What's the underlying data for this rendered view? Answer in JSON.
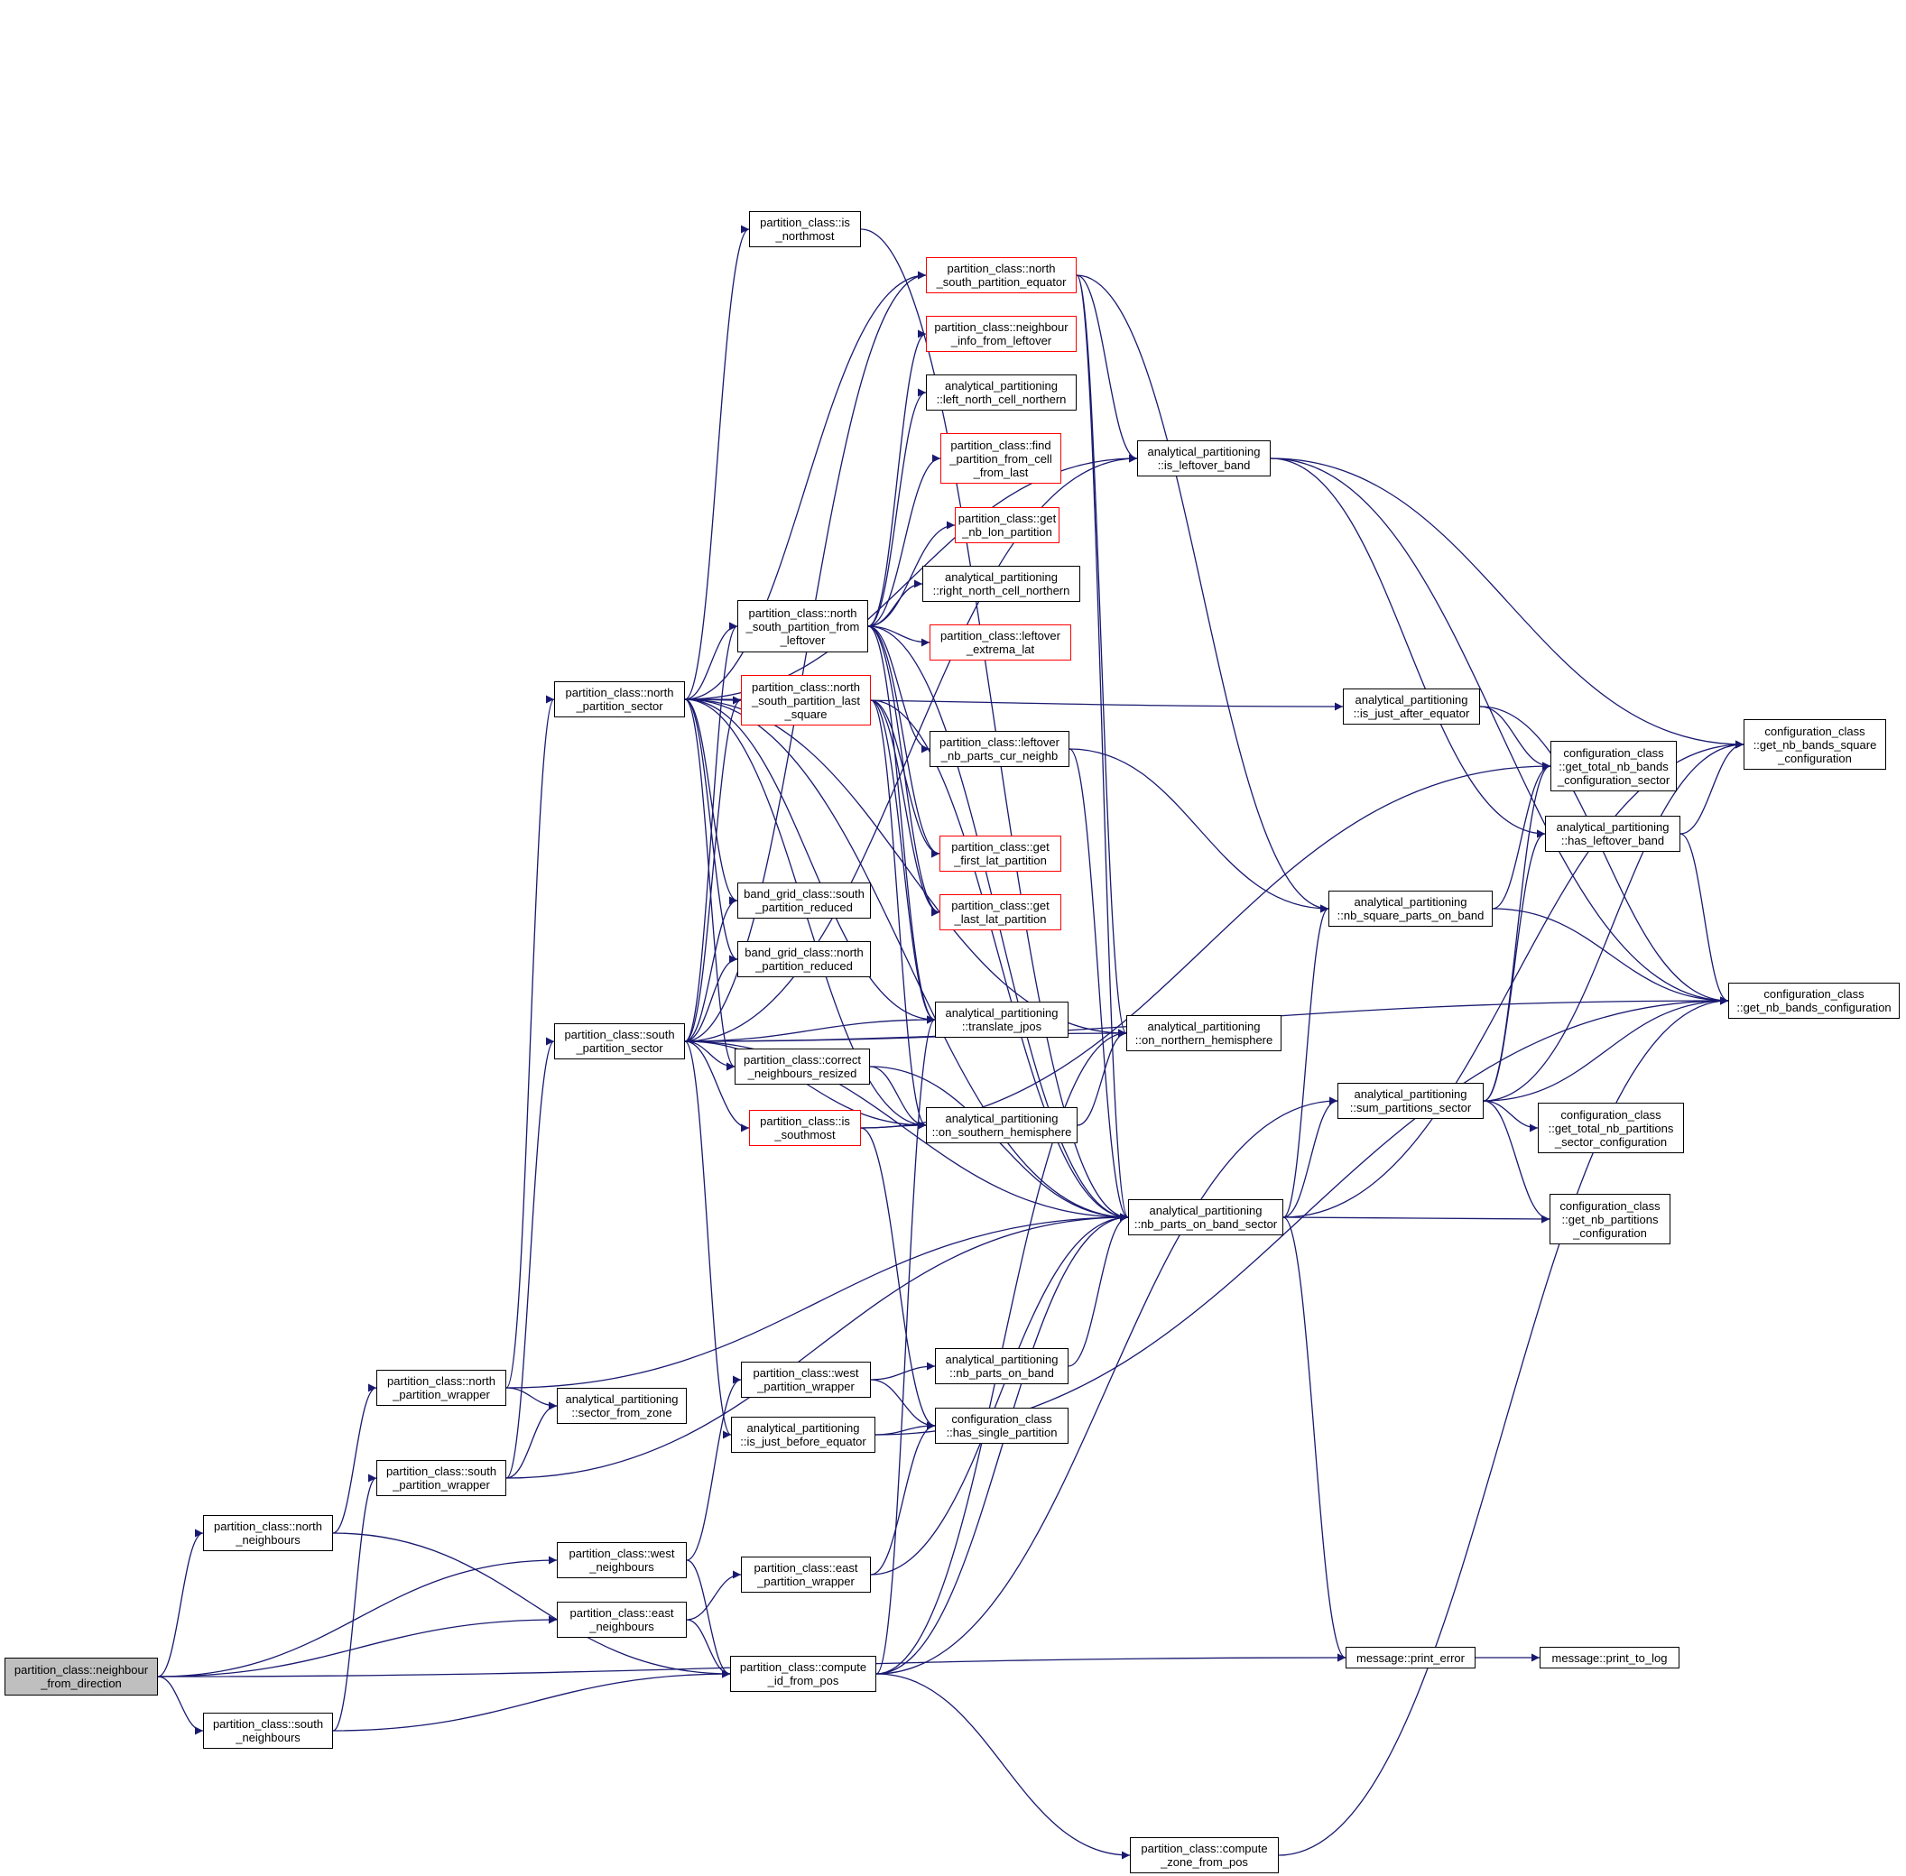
{
  "colors": {
    "edge": "#191970",
    "node_border": "#000000",
    "node_border_linked": "#ff0000",
    "root_fill": "#bfbfbf"
  },
  "nodes": {
    "root": [
      "partition_class::neighbour",
      "_from_direction"
    ],
    "north_neighbours": [
      "partition_class::north",
      "_neighbours"
    ],
    "south_neighbours": [
      "partition_class::south",
      "_neighbours"
    ],
    "west_neighbours": [
      "partition_class::west",
      "_neighbours"
    ],
    "east_neighbours": [
      "partition_class::east",
      "_neighbours"
    ],
    "north_partition_wrapper": [
      "partition_class::north",
      "_partition_wrapper"
    ],
    "south_partition_wrapper": [
      "partition_class::south",
      "_partition_wrapper"
    ],
    "sector_from_zone": [
      "analytical_partitioning",
      "::sector_from_zone"
    ],
    "north_partition_sector": [
      "partition_class::north",
      "_partition_sector"
    ],
    "south_partition_sector": [
      "partition_class::south",
      "_partition_sector"
    ],
    "west_partition_wrapper": [
      "partition_class::west",
      "_partition_wrapper"
    ],
    "east_partition_wrapper": [
      "partition_class::east",
      "_partition_wrapper"
    ],
    "compute_id_from_pos": [
      "partition_class::compute",
      "_id_from_pos"
    ],
    "is_just_before_equator": [
      "analytical_partitioning",
      "::is_just_before_equator"
    ],
    "is_northmost": [
      "partition_class::is",
      "_northmost"
    ],
    "ns_from_leftover": [
      "partition_class::north",
      "_south_partition_from",
      "_leftover"
    ],
    "ns_last_square": [
      "partition_class::north",
      "_south_partition_last",
      "_square"
    ],
    "south_partition_reduced": [
      "band_grid_class::south",
      "_partition_reduced"
    ],
    "north_partition_reduced": [
      "band_grid_class::north",
      "_partition_reduced"
    ],
    "correct_neighbours_resized": [
      "partition_class::correct",
      "_neighbours_resized"
    ],
    "is_southmost": [
      "partition_class::is",
      "_southmost"
    ],
    "ns_partition_equator": [
      "partition_class::north",
      "_south_partition_equator"
    ],
    "neighbour_info_from_leftover": [
      "partition_class::neighbour",
      "_info_from_leftover"
    ],
    "left_north_cell_northern": [
      "analytical_partitioning",
      "::left_north_cell_northern"
    ],
    "find_partition_from_cell_from_last": [
      "partition_class::find",
      "_partition_from_cell",
      "_from_last"
    ],
    "get_nb_lon_partition": [
      "partition_class::get",
      "_nb_lon_partition"
    ],
    "right_north_cell_northern": [
      "analytical_partitioning",
      "::right_north_cell_northern"
    ],
    "leftover_extrema_lat": [
      "partition_class::leftover",
      "_extrema_lat"
    ],
    "leftover_nb_parts_cur_neighb": [
      "partition_class::leftover",
      "_nb_parts_cur_neighb"
    ],
    "get_first_lat_partition": [
      "partition_class::get",
      "_first_lat_partition"
    ],
    "get_last_lat_partition": [
      "partition_class::get",
      "_last_lat_partition"
    ],
    "translate_jpos": [
      "analytical_partitioning",
      "::translate_jpos"
    ],
    "on_southern_hemisphere": [
      "analytical_partitioning",
      "::on_southern_hemisphere"
    ],
    "nb_parts_on_band": [
      "analytical_partitioning",
      "::nb_parts_on_band"
    ],
    "has_single_partition": [
      "configuration_class",
      "::has_single_partition"
    ],
    "is_leftover_band": [
      "analytical_partitioning",
      "::is_leftover_band"
    ],
    "on_northern_hemisphere": [
      "analytical_partitioning",
      "::on_northern_hemisphere"
    ],
    "nb_parts_on_band_sector": [
      "analytical_partitioning",
      "::nb_parts_on_band_sector"
    ],
    "compute_zone_from_pos": [
      "partition_class::compute",
      "_zone_from_pos"
    ],
    "is_just_after_equator": [
      "analytical_partitioning",
      "::is_just_after_equator"
    ],
    "nb_square_parts_on_band": [
      "analytical_partitioning",
      "::nb_square_parts_on_band"
    ],
    "sum_partitions_sector": [
      "analytical_partitioning",
      "::sum_partitions_sector"
    ],
    "print_error": [
      "message::print_error"
    ],
    "get_total_nb_bands_configuration_sector": [
      "configuration_class",
      "::get_total_nb_bands",
      "_configuration_sector"
    ],
    "has_leftover_band": [
      "analytical_partitioning",
      "::has_leftover_band"
    ],
    "get_total_nb_partitions_sector_configuration": [
      "configuration_class",
      "::get_total_nb_partitions",
      "_sector_configuration"
    ],
    "get_nb_partitions_configuration": [
      "configuration_class",
      "::get_nb_partitions",
      "_configuration"
    ],
    "print_to_log": [
      "message::print_to_log"
    ],
    "get_nb_bands_square_configuration": [
      "configuration_class",
      "::get_nb_bands_square",
      "_configuration"
    ],
    "get_nb_bands_configuration": [
      "configuration_class",
      "::get_nb_bands_configuration"
    ]
  }
}
